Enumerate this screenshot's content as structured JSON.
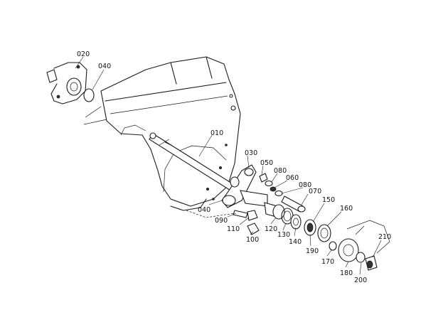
{
  "callouts": [
    {
      "id": "020",
      "label": "020"
    },
    {
      "id": "040a",
      "label": "040"
    },
    {
      "id": "010",
      "label": "010"
    },
    {
      "id": "030",
      "label": "030"
    },
    {
      "id": "050",
      "label": "050"
    },
    {
      "id": "080a",
      "label": "080"
    },
    {
      "id": "060",
      "label": "060"
    },
    {
      "id": "080b",
      "label": "080"
    },
    {
      "id": "070",
      "label": "070"
    },
    {
      "id": "150",
      "label": "150"
    },
    {
      "id": "160",
      "label": "160"
    },
    {
      "id": "040b",
      "label": "040"
    },
    {
      "id": "090",
      "label": "090"
    },
    {
      "id": "110",
      "label": "110"
    },
    {
      "id": "100",
      "label": "100"
    },
    {
      "id": "120",
      "label": "120"
    },
    {
      "id": "130",
      "label": "130"
    },
    {
      "id": "140",
      "label": "140"
    },
    {
      "id": "190",
      "label": "190"
    },
    {
      "id": "170",
      "label": "170"
    },
    {
      "id": "180",
      "label": "180"
    },
    {
      "id": "200",
      "label": "200"
    },
    {
      "id": "210",
      "label": "210"
    }
  ]
}
